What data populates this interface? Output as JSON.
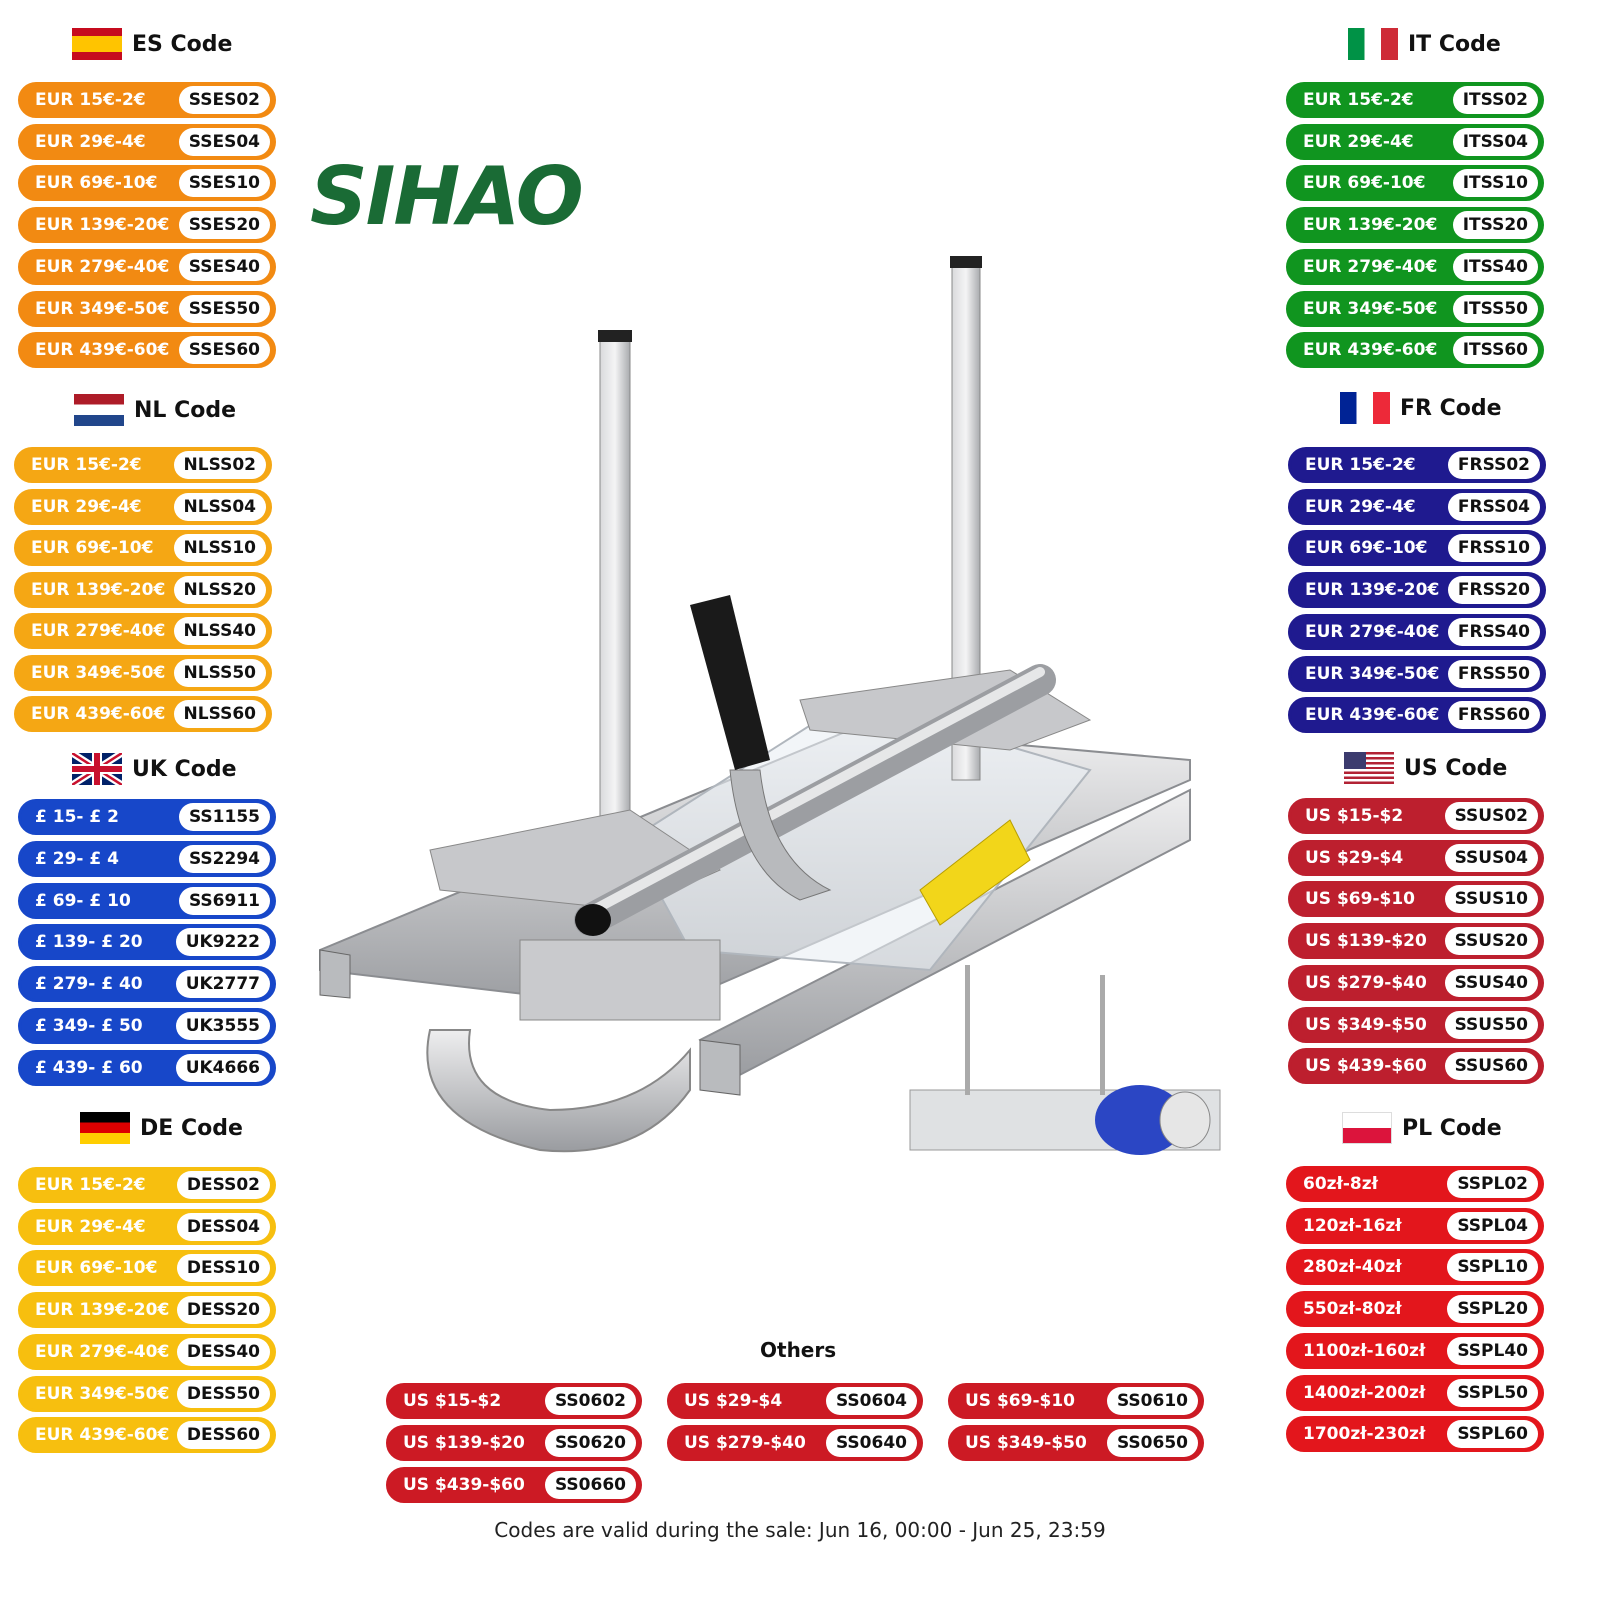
{
  "brand": {
    "logo_text": "SIHAO",
    "logo_color": "#1a6b35"
  },
  "groups": {
    "es": {
      "title": "ES Code",
      "color": "#f28a12",
      "rows": [
        {
          "price": "EUR 15€-2€",
          "code": "SSES02"
        },
        {
          "price": "EUR 29€-4€",
          "code": "SSES04"
        },
        {
          "price": "EUR 69€-10€",
          "code": "SSES10"
        },
        {
          "price": "EUR 139€-20€",
          "code": "SSES20"
        },
        {
          "price": "EUR 279€-40€",
          "code": "SSES40"
        },
        {
          "price": "EUR 349€-50€",
          "code": "SSES50"
        },
        {
          "price": "EUR 439€-60€",
          "code": "SSES60"
        }
      ]
    },
    "nl": {
      "title": "NL Code",
      "color": "#f5a714",
      "rows": [
        {
          "price": "EUR 15€-2€",
          "code": "NLSS02"
        },
        {
          "price": "EUR 29€-4€",
          "code": "NLSS04"
        },
        {
          "price": "EUR 69€-10€",
          "code": "NLSS10"
        },
        {
          "price": "EUR 139€-20€",
          "code": "NLSS20"
        },
        {
          "price": "EUR 279€-40€",
          "code": "NLSS40"
        },
        {
          "price": "EUR 349€-50€",
          "code": "NLSS50"
        },
        {
          "price": "EUR 439€-60€",
          "code": "NLSS60"
        }
      ]
    },
    "uk": {
      "title": "UK Code",
      "color": "#1747c9",
      "rows": [
        {
          "price": "£ 15- £ 2",
          "code": "SS1155"
        },
        {
          "price": "£ 29- £ 4",
          "code": "SS2294"
        },
        {
          "price": "£ 69- £ 10",
          "code": "SS6911"
        },
        {
          "price": "£ 139- £ 20",
          "code": "UK9222"
        },
        {
          "price": "£ 279- £ 40",
          "code": "UK2777"
        },
        {
          "price": "£ 349- £ 50",
          "code": "UK3555"
        },
        {
          "price": "£ 439- £ 60",
          "code": "UK4666"
        }
      ]
    },
    "de": {
      "title": "DE Code",
      "color": "#f7bf0f",
      "rows": [
        {
          "price": "EUR 15€-2€",
          "code": "DESS02"
        },
        {
          "price": "EUR 29€-4€",
          "code": "DESS04"
        },
        {
          "price": "EUR 69€-10€",
          "code": "DESS10"
        },
        {
          "price": "EUR 139€-20€",
          "code": "DESS20"
        },
        {
          "price": "EUR 279€-40€",
          "code": "DESS40"
        },
        {
          "price": "EUR 349€-50€",
          "code": "DESS50"
        },
        {
          "price": "EUR 439€-60€",
          "code": "DESS60"
        }
      ]
    },
    "it": {
      "title": "IT Code",
      "color": "#10951f",
      "rows": [
        {
          "price": "EUR 15€-2€",
          "code": "ITSS02"
        },
        {
          "price": "EUR 29€-4€",
          "code": "ITSS04"
        },
        {
          "price": "EUR 69€-10€",
          "code": "ITSS10"
        },
        {
          "price": "EUR 139€-20€",
          "code": "ITSS20"
        },
        {
          "price": "EUR 279€-40€",
          "code": "ITSS40"
        },
        {
          "price": "EUR 349€-50€",
          "code": "ITSS50"
        },
        {
          "price": "EUR 439€-60€",
          "code": "ITSS60"
        }
      ]
    },
    "fr": {
      "title": "FR Code",
      "color": "#1f1a8f",
      "rows": [
        {
          "price": "EUR 15€-2€",
          "code": "FRSS02"
        },
        {
          "price": "EUR 29€-4€",
          "code": "FRSS04"
        },
        {
          "price": "EUR 69€-10€",
          "code": "FRSS10"
        },
        {
          "price": "EUR 139€-20€",
          "code": "FRSS20"
        },
        {
          "price": "EUR 279€-40€",
          "code": "FRSS40"
        },
        {
          "price": "EUR 349€-50€",
          "code": "FRSS50"
        },
        {
          "price": "EUR 439€-60€",
          "code": "FRSS60"
        }
      ]
    },
    "us": {
      "title": "US Code",
      "color": "#bd1f2e",
      "rows": [
        {
          "price": "US $15-$2",
          "code": "SSUS02"
        },
        {
          "price": "US $29-$4",
          "code": "SSUS04"
        },
        {
          "price": "US $69-$10",
          "code": "SSUS10"
        },
        {
          "price": "US $139-$20",
          "code": "SSUS20"
        },
        {
          "price": "US $279-$40",
          "code": "SSUS40"
        },
        {
          "price": "US $349-$50",
          "code": "SSUS50"
        },
        {
          "price": "US $439-$60",
          "code": "SSUS60"
        }
      ]
    },
    "pl": {
      "title": "PL Code",
      "color": "#e3161c",
      "rows": [
        {
          "price": "60zł-8zł",
          "code": "SSPL02"
        },
        {
          "price": "120zł-16zł",
          "code": "SSPL04"
        },
        {
          "price": "280zł-40zł",
          "code": "SSPL10"
        },
        {
          "price": "550zł-80zł",
          "code": "SSPL20"
        },
        {
          "price": "1100zł-160zł",
          "code": "SSPL40"
        },
        {
          "price": "1400zł-200zł",
          "code": "SSPL50"
        },
        {
          "price": "1700zł-230zł",
          "code": "SSPL60"
        }
      ]
    }
  },
  "others": {
    "title": "Others",
    "color": "#cc1a24",
    "rows": [
      {
        "price": "US $15-$2",
        "code": "SS0602"
      },
      {
        "price": "US $29-$4",
        "code": "SS0604"
      },
      {
        "price": "US $69-$10",
        "code": "SS0610"
      },
      {
        "price": "US $139-$20",
        "code": "SS0620"
      },
      {
        "price": "US $279-$40",
        "code": "SS0640"
      },
      {
        "price": "US $349-$50",
        "code": "SS0650"
      },
      {
        "price": "US $439-$60",
        "code": "SS0660"
      }
    ]
  },
  "footer": {
    "validity": "Codes are valid during the sale: Jun 16, 00:00 - Jun 25, 23:59"
  }
}
